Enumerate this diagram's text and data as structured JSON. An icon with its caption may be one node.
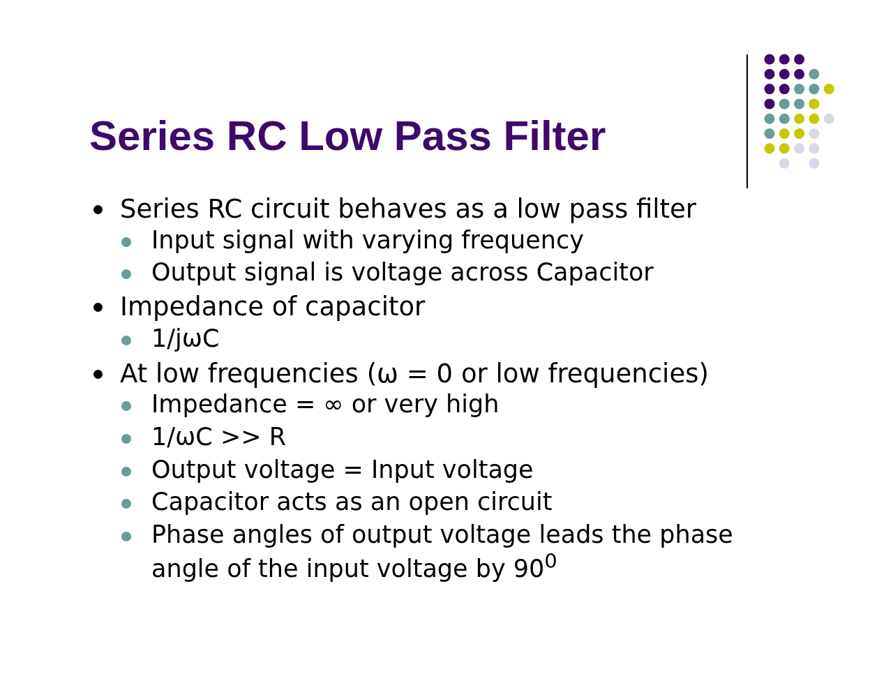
{
  "diagram": {
    "title": "Series RC Low Pass Filter",
    "labels": [
      "Series RC circuit behaves as a low pass filter",
      "Input signal with varying frequency",
      "Output signal is voltage across Capacitor",
      "Impedance of capacitor",
      "1/jωC",
      "At low frequencies (ω = 0 or low frequencies)",
      "Impedance = ∞ or very high",
      "1/ωC >> R",
      "Output voltage = Input voltage",
      "Capacitor acts as an open circuit",
      "Phase angles of output voltage leads the phase angle of the input voltage by 90$^{0}$"
    ]
  }
}
